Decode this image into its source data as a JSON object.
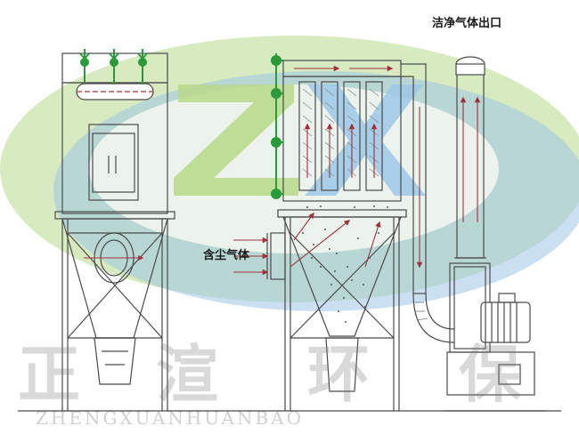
{
  "labels": {
    "clean_gas_outlet": "洁净气体出口",
    "dusty_gas_inlet": "含尘气体"
  },
  "watermark": {
    "chars": [
      "正",
      "渲",
      "环",
      "保"
    ],
    "pinyin": "ZHENGXUANHUANBAO",
    "logo_letters": "ZX"
  },
  "colors": {
    "line": "#4a4a4a",
    "airflow_arrow": "#a0303c",
    "valve_green": "#2a9a3a",
    "logo_green": "#b8d88a",
    "logo_blue": "#9ec7e6",
    "logo_white": "#f2f6ee"
  }
}
